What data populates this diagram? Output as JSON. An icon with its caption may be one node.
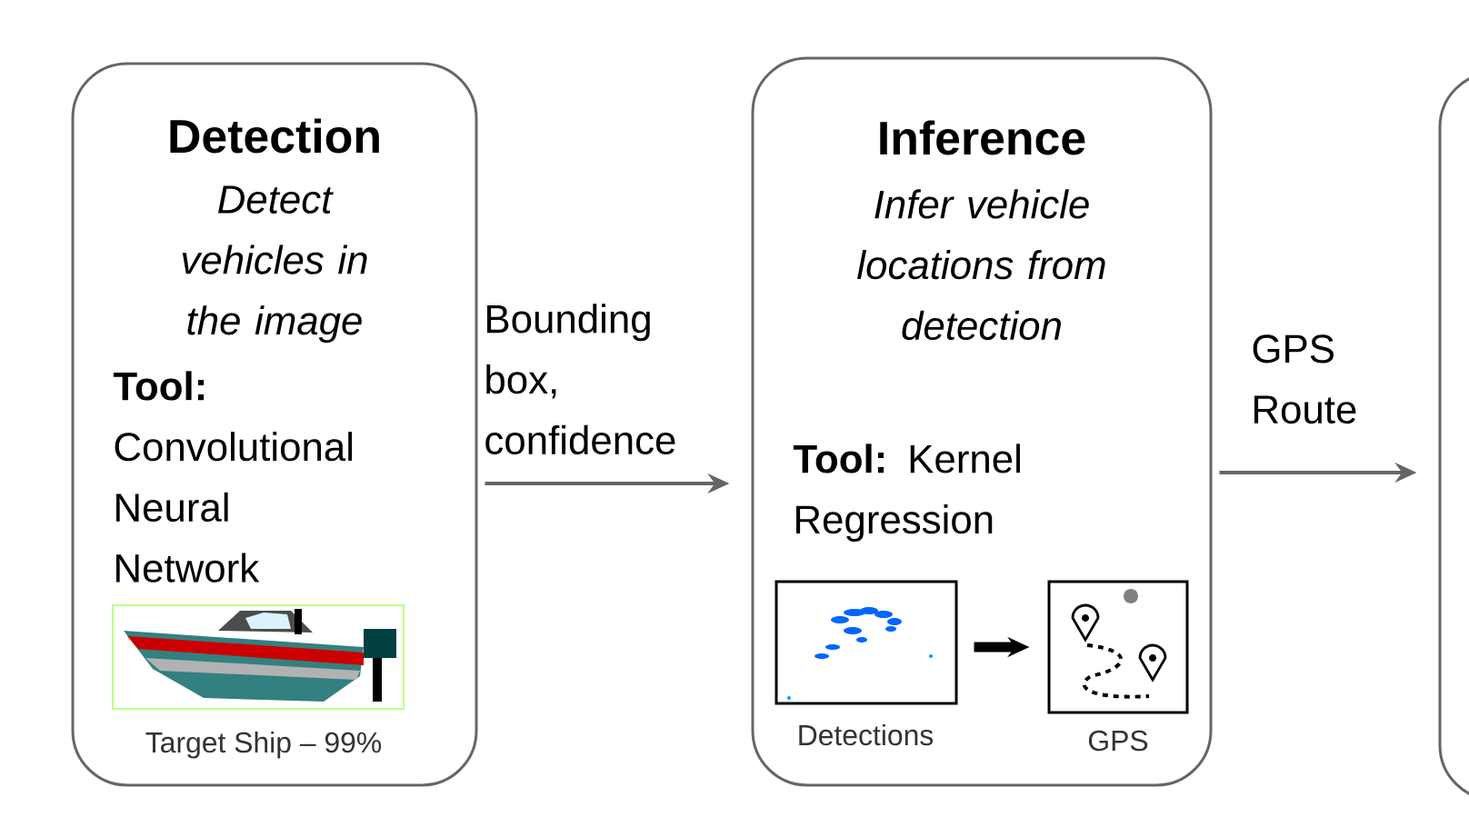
{
  "diagram": {
    "nodes": [
      {
        "text": [
          "Detection",
          "Detect vehicles in the image",
          "**Tool:** Convolutional Neural Network"
        ]
      },
      {
        "text": [],
        "shape": "picture",
        "in": 0,
        "beside": [
          "Target Ship – 99%"
        ]
      },
      {
        "text": [
          "Inference",
          "Infer vehicle locations from detection",
          "**Tool:** Kernel Regression"
        ]
      },
      {
        "text": [],
        "shape": "picture",
        "in": 2,
        "beside": [
          "Detections"
        ]
      },
      {
        "text": [],
        "shape": "picture",
        "in": 2,
        "beside": [
          "GPS"
        ]
      },
      {
        "text": [],
        "shape": "box"
      }
    ],
    "edges": [
      {
        "from": 0,
        "to": 2,
        "arrow": "to",
        "label": "Bounding box, confidence"
      },
      {
        "from": 3,
        "to": 4,
        "arrow": "to",
        "style": "thick",
        "color": "#000000"
      },
      {
        "from": 2,
        "to": 5,
        "arrow": "to",
        "label": "GPS Route"
      }
    ]
  }
}
